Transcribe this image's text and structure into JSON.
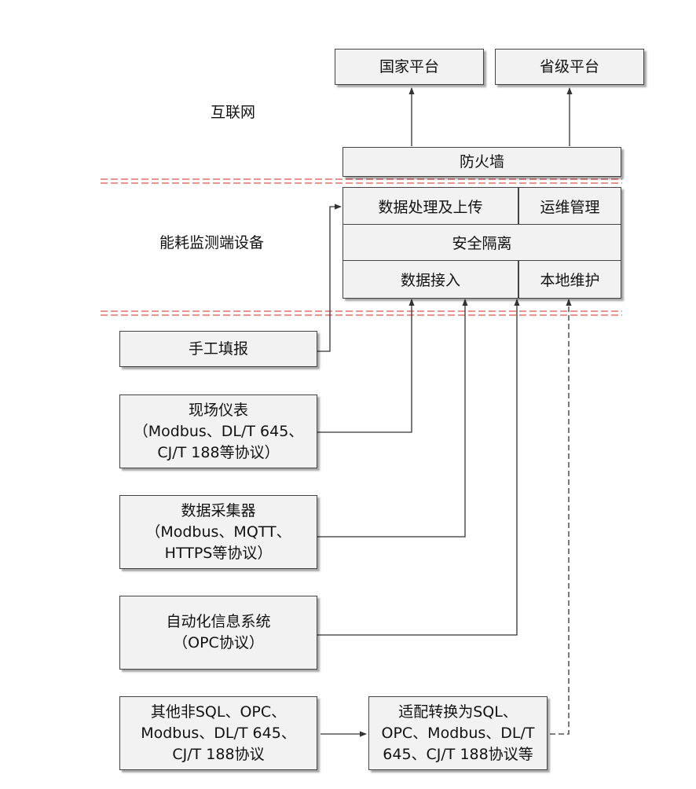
{
  "zones": {
    "internet": "互联网",
    "device": "能耗监测端设备"
  },
  "platforms": {
    "national": "国家平台",
    "provincial": "省级平台"
  },
  "firewall": "防火墙",
  "device_modules": {
    "data_processing": "数据处理及上传",
    "ops_management": "运维管理",
    "security_isolation": "安全隔离",
    "data_access": "数据接入",
    "local_maintenance": "本地维护"
  },
  "sources": {
    "manual": "手工填报",
    "meter": [
      "现场仪表",
      "（Modbus、DL/T 645、",
      "CJ/T 188等协议）"
    ],
    "collector": [
      "数据采集器",
      "（Modbus、MQTT、",
      "HTTPS等协议）"
    ],
    "automation": [
      "自动化信息系统",
      "（OPC协议）"
    ],
    "other": [
      "其他非SQL、OPC、",
      "Modbus、DL/T 645、",
      "CJ/T 188协议"
    ],
    "adapter": [
      "适配转换为SQL、",
      "OPC、Modbus、DL/T",
      "645、CJ/T 188协议等"
    ]
  },
  "colors": {
    "box_fill": "#f2f2f2",
    "boundary_line": "#d9534f",
    "wire": "#333333"
  }
}
